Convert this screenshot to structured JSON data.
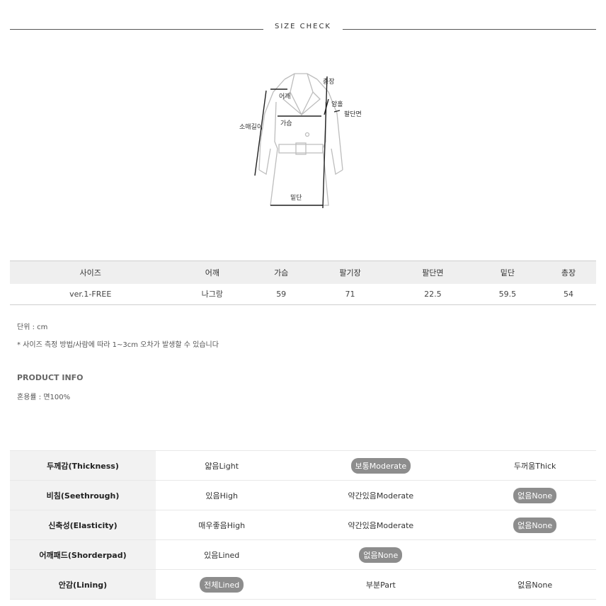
{
  "header": {
    "title": "SIZE CHECK"
  },
  "diagram": {
    "labels": {
      "length": "총장",
      "shoulder": "어깨",
      "armhole": "암홀",
      "cuff": "팔단면",
      "sleeve": "소매길이",
      "chest": "가슴",
      "hem": "밑단"
    }
  },
  "size_table": {
    "headers": [
      "사이즈",
      "어깨",
      "가슴",
      "팔기장",
      "팔단면",
      "밑단",
      "총장"
    ],
    "rows": [
      [
        "ver.1-FREE",
        "나그랑",
        "59",
        "71",
        "22.5",
        "59.5",
        "54"
      ]
    ]
  },
  "notes": {
    "unit": "단위 : cm",
    "disclaimer": "* 사이즈 측정 방법/사람에 따라 1~3cm 오차가 발생할 수 있습니다"
  },
  "product_info": {
    "title": "PRODUCT INFO",
    "composition": "혼용률 : 면100%"
  },
  "attributes": [
    {
      "label": "두께감(Thickness)",
      "options": [
        "얇음Light",
        "보통Moderate",
        "두꺼움Thick"
      ],
      "selected": 1
    },
    {
      "label": "비침(Seethrough)",
      "options": [
        "있음High",
        "약간있음Moderate",
        "없음None"
      ],
      "selected": 2
    },
    {
      "label": "신축성(Elasticity)",
      "options": [
        "매우좋음High",
        "약간있음Moderate",
        "없음None"
      ],
      "selected": 2
    },
    {
      "label": "어깨패드(Shorderpad)",
      "options": [
        "있음Lined",
        "없음None",
        ""
      ],
      "selected": 1
    },
    {
      "label": "안감(Lining)",
      "options": [
        "전체Lined",
        "부분Part",
        "없음None"
      ],
      "selected": 0
    }
  ]
}
